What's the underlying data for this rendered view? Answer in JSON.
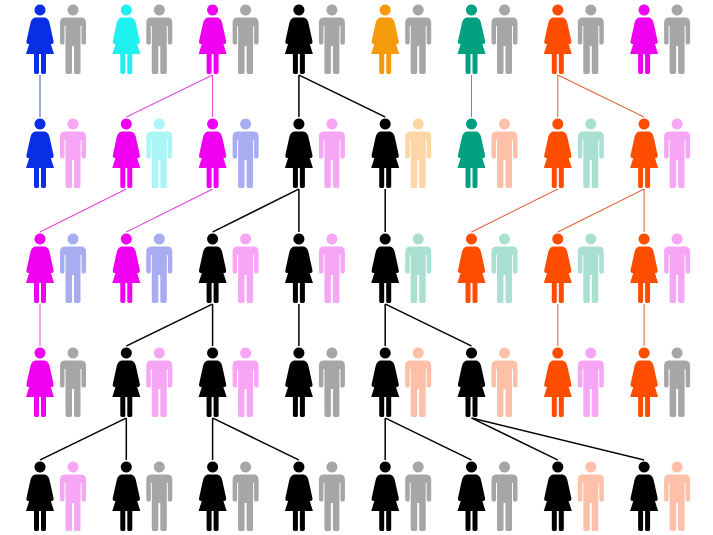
{
  "colors": {
    "background": "#ffffff",
    "female_palette": {
      "blue": "#0a2ee6",
      "cyan": "#1ff0f0",
      "magenta": "#f000f0",
      "black": "#000000",
      "orange": "#f59a0a",
      "teal": "#00a080",
      "red_orange": "#ff4d00"
    },
    "male_palette": {
      "gray": "#a6a6a6",
      "pink": "#f6a6f4",
      "light_cyan": "#aaf6f6",
      "lavender": "#a8acf0",
      "peach": "#fed6a6",
      "salmon": "#fec0a8",
      "mint": "#aae0d2"
    },
    "lines": {
      "blue": "#3f5ac8",
      "teal": "#3aa898",
      "magenta": "#e040e0",
      "black": "#000000",
      "red_orange": "#e06030"
    }
  },
  "diagram": {
    "type": "genealogy-pedigree",
    "icons": [
      "female-figure-icon",
      "male-figure-icon"
    ],
    "generations": [
      {
        "generation": 1,
        "couples": [
          {
            "female": "blue",
            "male": "gray"
          },
          {
            "female": "cyan",
            "male": "gray"
          },
          {
            "female": "magenta",
            "male": "gray"
          },
          {
            "female": "black",
            "male": "gray"
          },
          {
            "female": "orange",
            "male": "gray"
          },
          {
            "female": "teal",
            "male": "gray"
          },
          {
            "female": "red_orange",
            "male": "gray"
          },
          {
            "female": "magenta",
            "male": "gray"
          }
        ]
      },
      {
        "generation": 2,
        "couples": [
          {
            "female": "blue",
            "male": "pink"
          },
          {
            "female": "magenta",
            "male": "light_cyan"
          },
          {
            "female": "magenta",
            "male": "lavender"
          },
          {
            "female": "black",
            "male": "pink"
          },
          {
            "female": "black",
            "male": "peach"
          },
          {
            "female": "teal",
            "male": "salmon"
          },
          {
            "female": "red_orange",
            "male": "mint"
          },
          {
            "female": "red_orange",
            "male": "pink"
          }
        ]
      },
      {
        "generation": 3,
        "couples": [
          {
            "female": "magenta",
            "male": "lavender"
          },
          {
            "female": "magenta",
            "male": "lavender"
          },
          {
            "female": "black",
            "male": "pink"
          },
          {
            "female": "black",
            "male": "pink"
          },
          {
            "female": "black",
            "male": "mint"
          },
          {
            "female": "red_orange",
            "male": "mint"
          },
          {
            "female": "red_orange",
            "male": "mint"
          },
          {
            "female": "red_orange",
            "male": "pink"
          }
        ]
      },
      {
        "generation": 4,
        "couples": [
          {
            "female": "magenta",
            "male": "gray"
          },
          {
            "female": "black",
            "male": "pink"
          },
          {
            "female": "black",
            "male": "pink"
          },
          {
            "female": "black",
            "male": "gray"
          },
          {
            "female": "black",
            "male": "salmon"
          },
          {
            "female": "black",
            "male": "salmon"
          },
          {
            "female": "red_orange",
            "male": "pink"
          },
          {
            "female": "red_orange",
            "male": "gray"
          }
        ]
      },
      {
        "generation": 5,
        "couples": [
          {
            "female": "black",
            "male": "pink"
          },
          {
            "female": "black",
            "male": "gray"
          },
          {
            "female": "black",
            "male": "gray"
          },
          {
            "female": "black",
            "male": "gray"
          },
          {
            "female": "black",
            "male": "gray"
          },
          {
            "female": "black",
            "male": "gray"
          },
          {
            "female": "black",
            "male": "salmon"
          },
          {
            "female": "black",
            "male": "salmon"
          }
        ]
      }
    ],
    "links": [
      {
        "from": [
          1,
          1
        ],
        "to": [
          2,
          1
        ],
        "line": "blue"
      },
      {
        "from": [
          1,
          3
        ],
        "to": [
          2,
          2
        ],
        "line": "magenta"
      },
      {
        "from": [
          1,
          3
        ],
        "to": [
          2,
          3
        ],
        "line": "magenta"
      },
      {
        "from": [
          1,
          4
        ],
        "to": [
          2,
          4
        ],
        "line": "black"
      },
      {
        "from": [
          1,
          4
        ],
        "to": [
          2,
          5
        ],
        "line": "black"
      },
      {
        "from": [
          1,
          6
        ],
        "to": [
          2,
          6
        ],
        "line": "teal"
      },
      {
        "from": [
          1,
          7
        ],
        "to": [
          2,
          7
        ],
        "line": "red_orange"
      },
      {
        "from": [
          1,
          7
        ],
        "to": [
          2,
          8
        ],
        "line": "red_orange"
      },
      {
        "from": [
          2,
          2
        ],
        "to": [
          3,
          1
        ],
        "line": "magenta"
      },
      {
        "from": [
          2,
          3
        ],
        "to": [
          3,
          2
        ],
        "line": "magenta"
      },
      {
        "from": [
          2,
          4
        ],
        "to": [
          3,
          3
        ],
        "line": "black"
      },
      {
        "from": [
          2,
          4
        ],
        "to": [
          3,
          4
        ],
        "line": "black"
      },
      {
        "from": [
          2,
          5
        ],
        "to": [
          3,
          5
        ],
        "line": "black"
      },
      {
        "from": [
          2,
          7
        ],
        "to": [
          3,
          6
        ],
        "line": "red_orange"
      },
      {
        "from": [
          2,
          8
        ],
        "to": [
          3,
          7
        ],
        "line": "red_orange"
      },
      {
        "from": [
          2,
          8
        ],
        "to": [
          3,
          8
        ],
        "line": "red_orange"
      },
      {
        "from": [
          3,
          1
        ],
        "to": [
          4,
          1
        ],
        "line": "magenta"
      },
      {
        "from": [
          3,
          3
        ],
        "to": [
          4,
          2
        ],
        "line": "black"
      },
      {
        "from": [
          3,
          3
        ],
        "to": [
          4,
          3
        ],
        "line": "black"
      },
      {
        "from": [
          3,
          4
        ],
        "to": [
          4,
          4
        ],
        "line": "black"
      },
      {
        "from": [
          3,
          5
        ],
        "to": [
          4,
          5
        ],
        "line": "black"
      },
      {
        "from": [
          3,
          5
        ],
        "to": [
          4,
          6
        ],
        "line": "black"
      },
      {
        "from": [
          3,
          7
        ],
        "to": [
          4,
          7
        ],
        "line": "red_orange"
      },
      {
        "from": [
          3,
          8
        ],
        "to": [
          4,
          8
        ],
        "line": "red_orange"
      },
      {
        "from": [
          4,
          2
        ],
        "to": [
          5,
          1
        ],
        "line": "black"
      },
      {
        "from": [
          4,
          2
        ],
        "to": [
          5,
          2
        ],
        "line": "black"
      },
      {
        "from": [
          4,
          3
        ],
        "to": [
          5,
          3
        ],
        "line": "black"
      },
      {
        "from": [
          4,
          3
        ],
        "to": [
          5,
          4
        ],
        "line": "black"
      },
      {
        "from": [
          4,
          5
        ],
        "to": [
          5,
          5
        ],
        "line": "black"
      },
      {
        "from": [
          4,
          5
        ],
        "to": [
          5,
          6
        ],
        "line": "black"
      },
      {
        "from": [
          4,
          6
        ],
        "to": [
          5,
          7
        ],
        "line": "black"
      },
      {
        "from": [
          4,
          6
        ],
        "to": [
          5,
          8
        ],
        "line": "black"
      }
    ]
  }
}
